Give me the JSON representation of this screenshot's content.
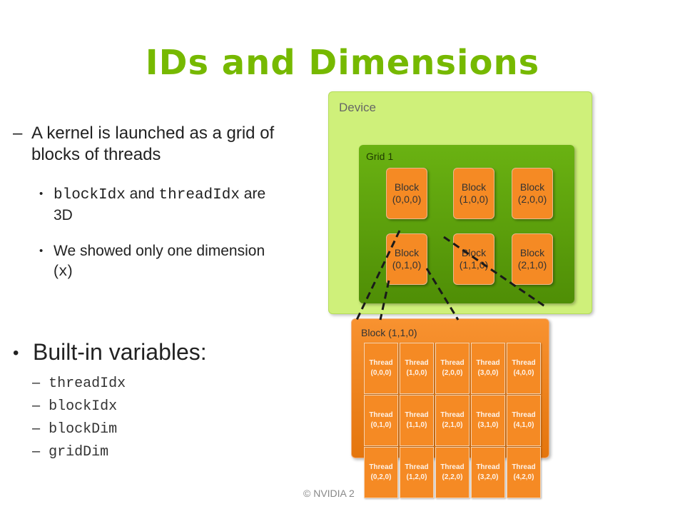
{
  "title": "IDs and Dimensions",
  "bullets": {
    "kernel_dash": "–",
    "kernel_text": "A kernel is launched as a grid of blocks of threads",
    "sub1_code1": "blockIdx",
    "sub1_and": " and ",
    "sub1_code2": "threadIdx",
    "sub1_rest": " are 3D",
    "sub2_text": "We showed only one dimension (",
    "sub2_code": "x",
    "sub2_close": ")",
    "builtin": "Built-in variables:",
    "vars": [
      "threadIdx",
      "blockIdx",
      "blockDim",
      "gridDim"
    ]
  },
  "diagram": {
    "device_label": "Device",
    "grid_label": "Grid 1",
    "blocks": [
      "Block (0,0,0)",
      "Block (1,0,0)",
      "Block (2,0,0)",
      "Block (0,1,0)",
      "Block (1,1,0)",
      "Block (2,1,0)"
    ],
    "block_detail_label": "Block (1,1,0)",
    "threads": [
      "Thread (0,0,0)",
      "Thread (1,0,0)",
      "Thread (2,0,0)",
      "Thread (3,0,0)",
      "Thread (4,0,0)",
      "Thread (0,1,0)",
      "Thread (1,1,0)",
      "Thread (2,1,0)",
      "Thread (3,1,0)",
      "Thread (4,1,0)",
      "Thread (0,2,0)",
      "Thread (1,2,0)",
      "Thread (2,2,0)",
      "Thread (3,2,0)",
      "Thread (4,2,0)"
    ]
  },
  "footer": "© NVIDIA 2",
  "colors": {
    "accent": "#76b900",
    "orange": "#f58a24",
    "device_bg": "#cff07a"
  }
}
